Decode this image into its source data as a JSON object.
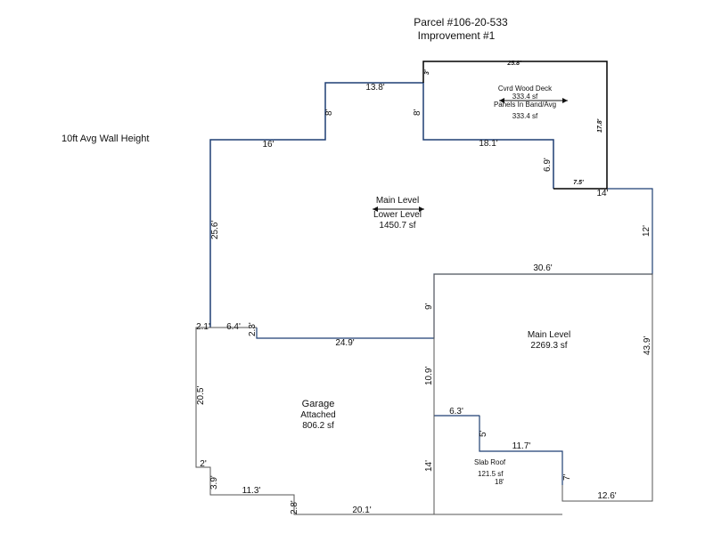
{
  "header": {
    "parcel": "Parcel #106-20-533",
    "improvement": "Improvement #1"
  },
  "wall_height_note": "10ft Avg Wall Height",
  "areas": {
    "upper": {
      "line1": "Main Level",
      "line2": "Lower Level",
      "area": "1450.7 sf"
    },
    "right": {
      "line1": "Main Level",
      "area": "2269.3 sf"
    },
    "garage": {
      "line1": "Garage",
      "line2": "Attached",
      "area": "806.2 sf"
    },
    "deck": {
      "line1": "Cvrd Wood Deck",
      "line2": "333.4 sf",
      "line3": "Panels In Band/Avg",
      "line4": "333.4 sf"
    },
    "slab": {
      "line1": "Slab Roof",
      "line2": "121.5 sf",
      "line3": "18'"
    }
  },
  "dimensions": {
    "d_3": "3'",
    "d_25_8": "25.8'",
    "d_13_8": "13.8'",
    "d_8a": "8'",
    "d_8b": "8'",
    "d_17_8": "17.8'",
    "d_16": "16'",
    "d_18_1": "18.1'",
    "d_6_9": "6.9'",
    "d_7_5": "7.5'",
    "d_14a": "14'",
    "d_12": "12'",
    "d_25_6": "25.6'",
    "d_30_6": "30.6'",
    "d_9": "9'",
    "d_2_1": "2.1'",
    "d_6_4": "6.4'",
    "d_2_3": "2.3'",
    "d_24_9": "24.9'",
    "d_43_9": "43.9'",
    "d_20_5": "20.5'",
    "d_10_9": "10.9'",
    "d_6_3": "6.3'",
    "d_5": "5'",
    "d_11_7": "11.7'",
    "d_2": "2'",
    "d_14b": "14'",
    "d_7": "7'",
    "d_3_9": "3.9'",
    "d_11_3": "11.3'",
    "d_12_6": "12.6'",
    "d_2_8": "2.8'",
    "d_20_1": "20.1'"
  },
  "colors": {
    "boundary_blue": "#1f3f73",
    "outline": "#555555",
    "deck_outline": "#000000"
  }
}
